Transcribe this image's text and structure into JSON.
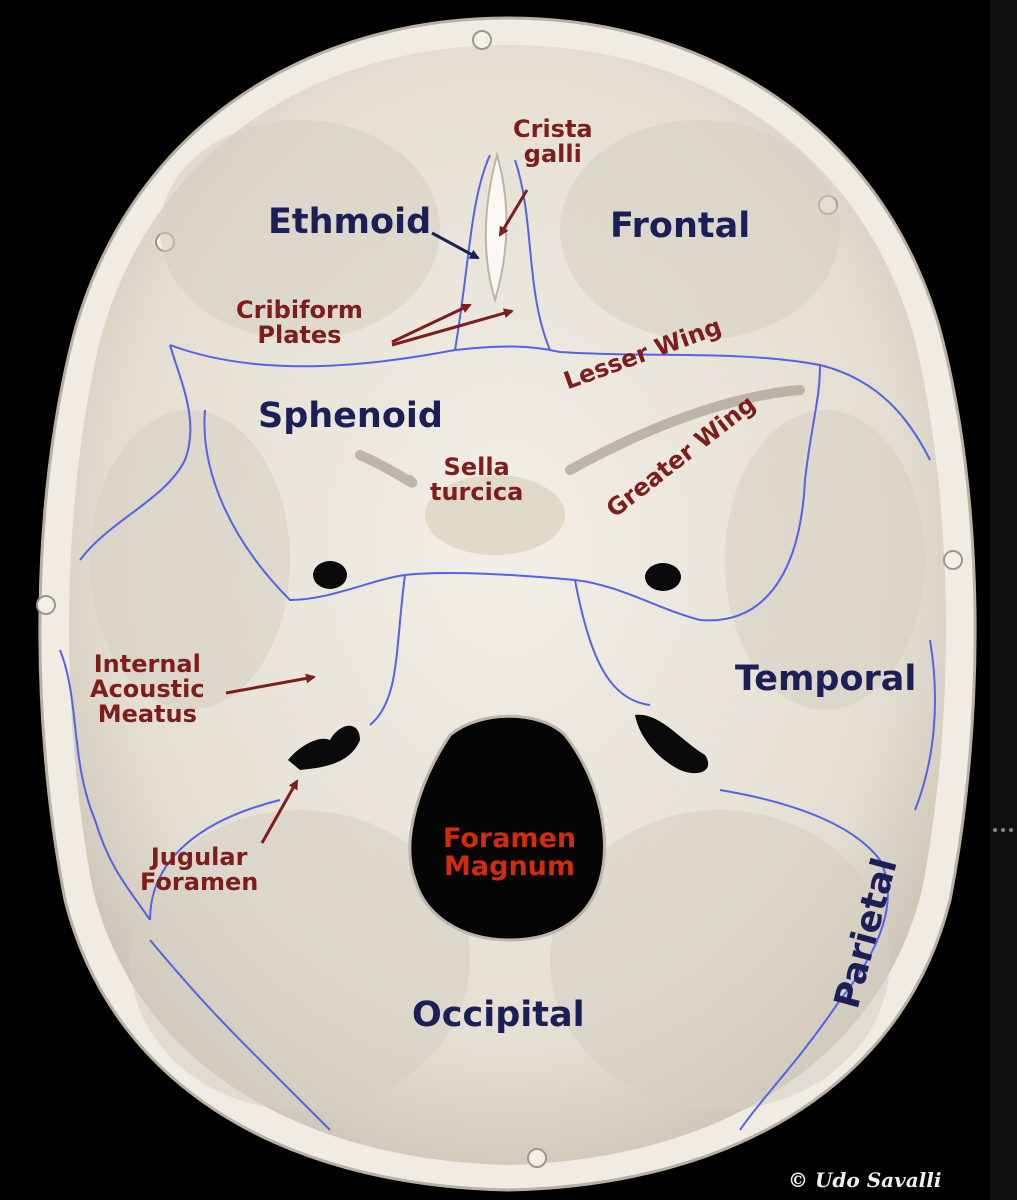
{
  "labels": {
    "crista_galli": [
      "Crista",
      "galli"
    ],
    "ethmoid": "Ethmoid",
    "frontal": "Frontal",
    "cribiform_plates": [
      "Cribiform",
      "Plates"
    ],
    "sphenoid": "Sphenoid",
    "lesser_wing": "Lesser Wing",
    "greater_wing": "Greater Wing",
    "sella_turcica": [
      "Sella",
      "turcica"
    ],
    "internal_acoustic_meatus": [
      "Internal",
      "Acoustic",
      "Meatus"
    ],
    "temporal": "Temporal",
    "jugular_foramen": [
      "Jugular",
      "Foramen"
    ],
    "foramen_magnum": [
      "Foramen",
      "Magnum"
    ],
    "parietal": "Parietal",
    "occipital": "Occipital"
  },
  "credit": "© Udo Savalli",
  "colors": {
    "background": "#000000",
    "bone": "#ece7dd",
    "bone_shadow": "#c9c1b3",
    "suture_lines": "#5561e8",
    "bone_labels": "#1c1f57",
    "feature_labels": "#7d1d1d",
    "foramen_magnum_label": "#d22b10"
  }
}
